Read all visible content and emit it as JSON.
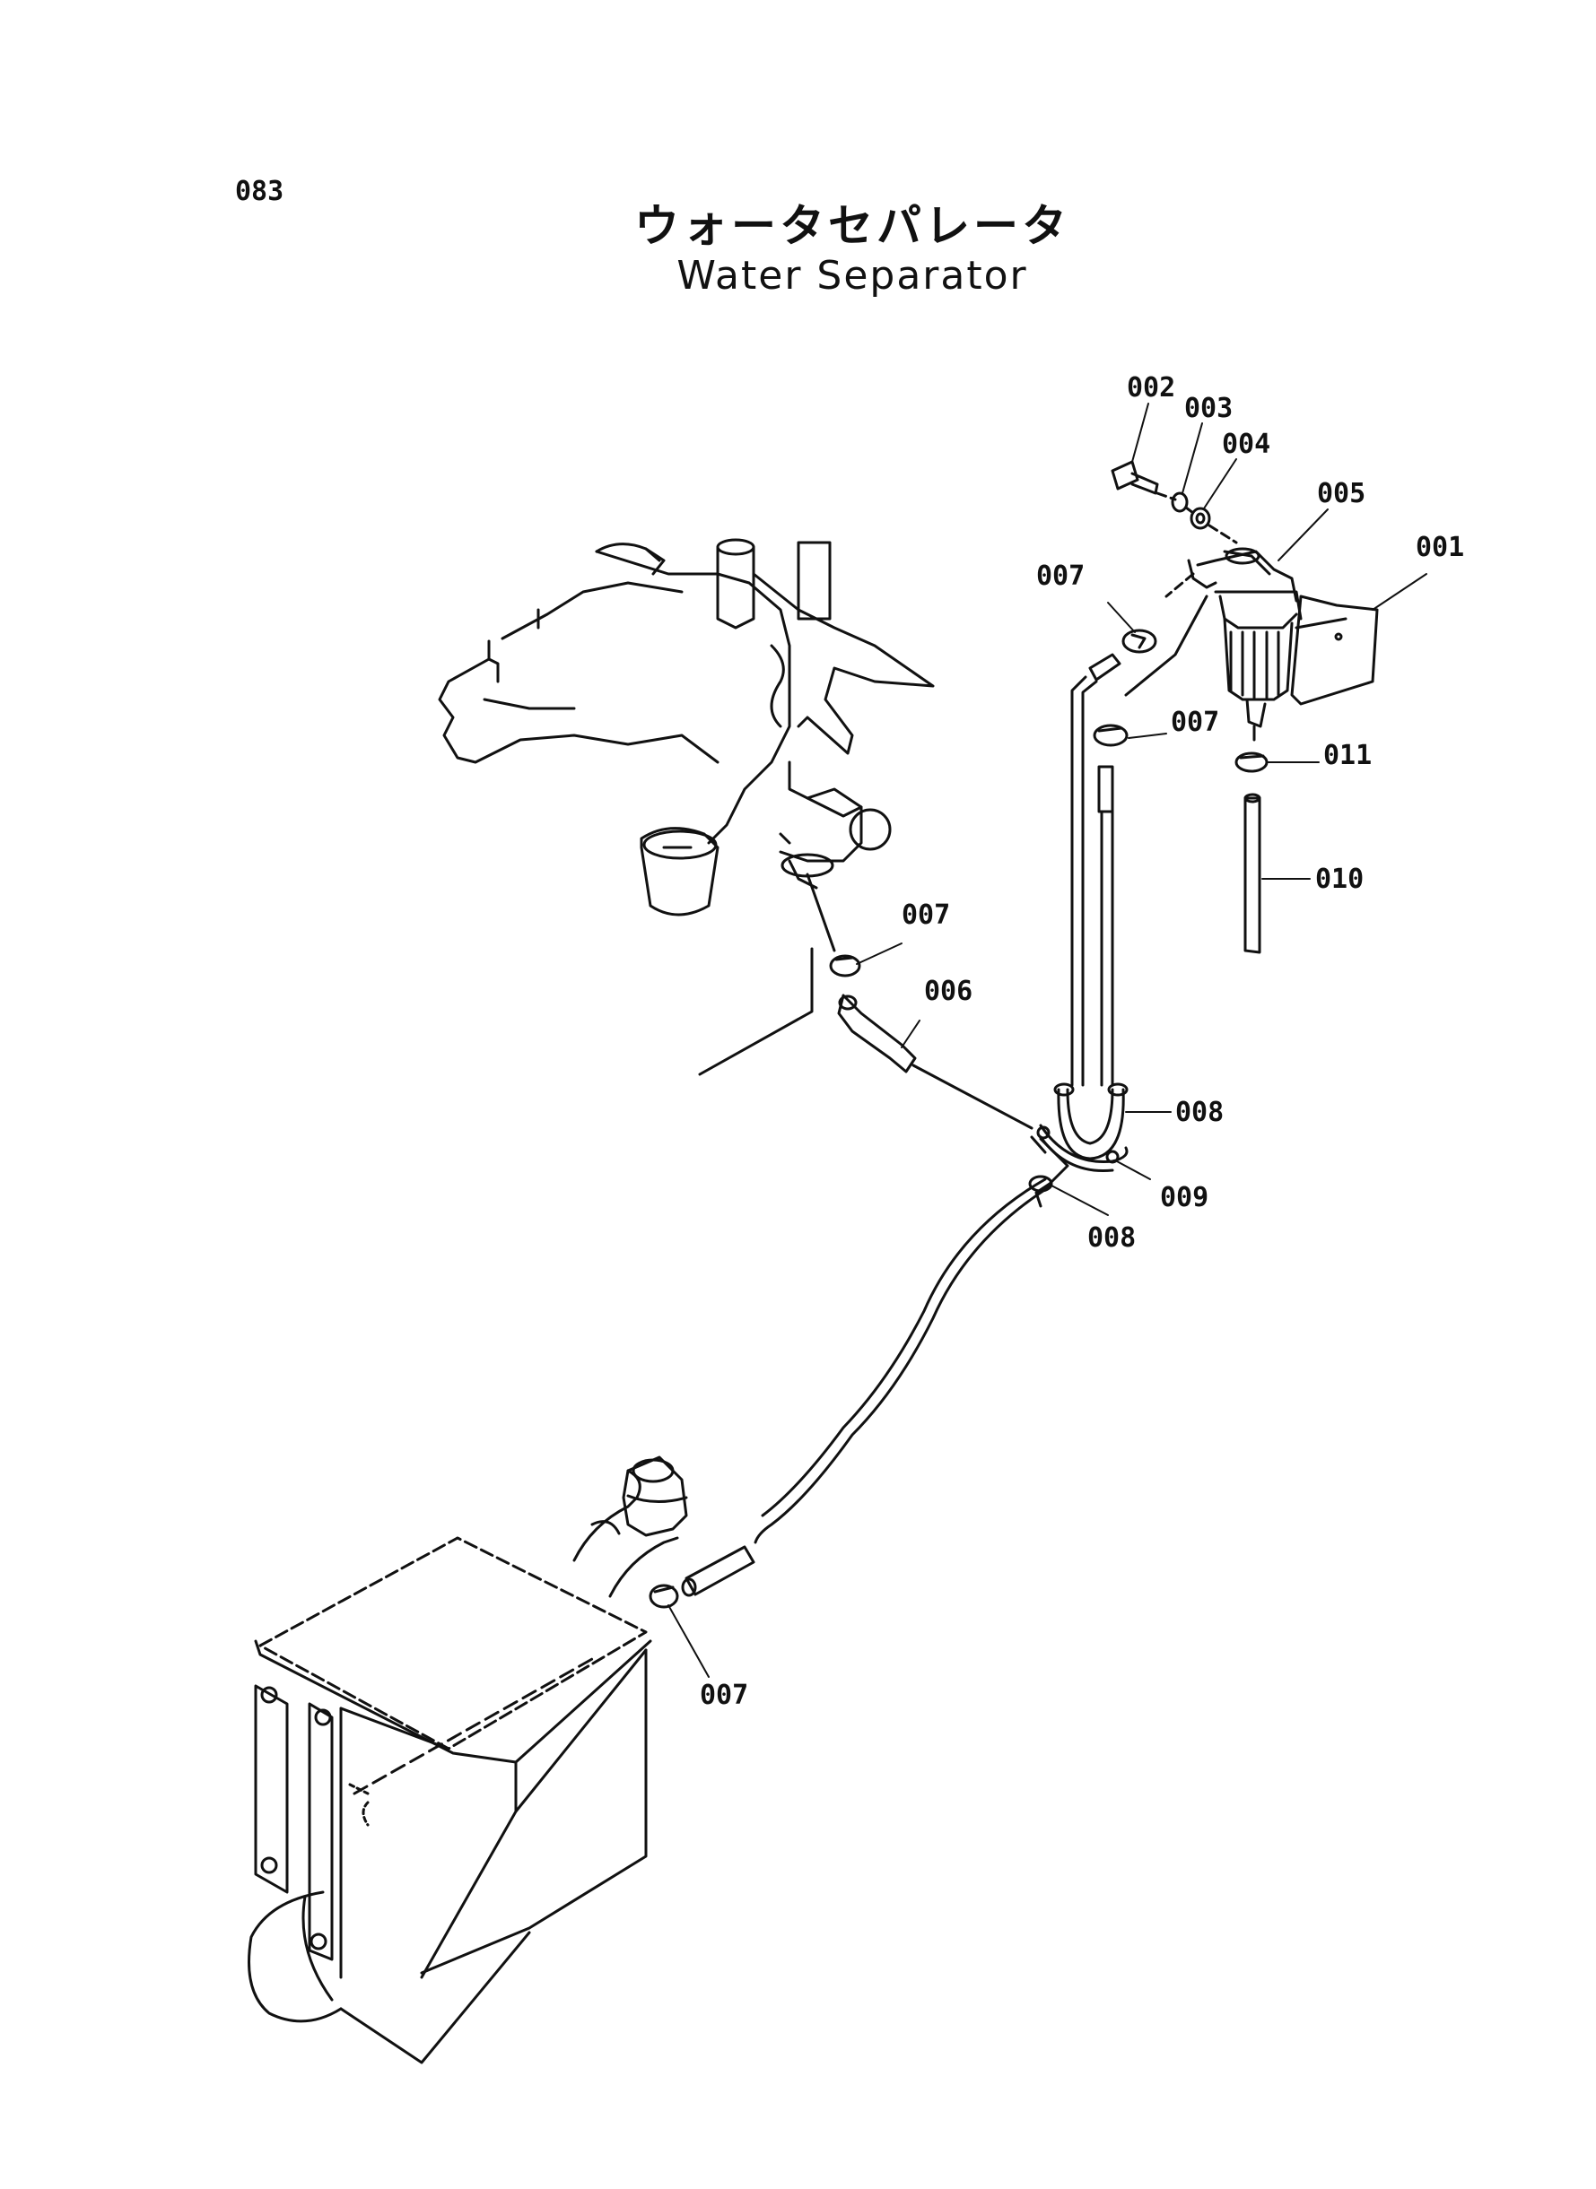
{
  "page_code": "083",
  "title_jp": "ウォータセパレータ",
  "title_en": "Water Separator",
  "labels": [
    "002",
    "003",
    "004",
    "005",
    "001",
    "007",
    "007",
    "011",
    "010",
    "007",
    "006",
    "008",
    "009",
    "008",
    "007"
  ]
}
